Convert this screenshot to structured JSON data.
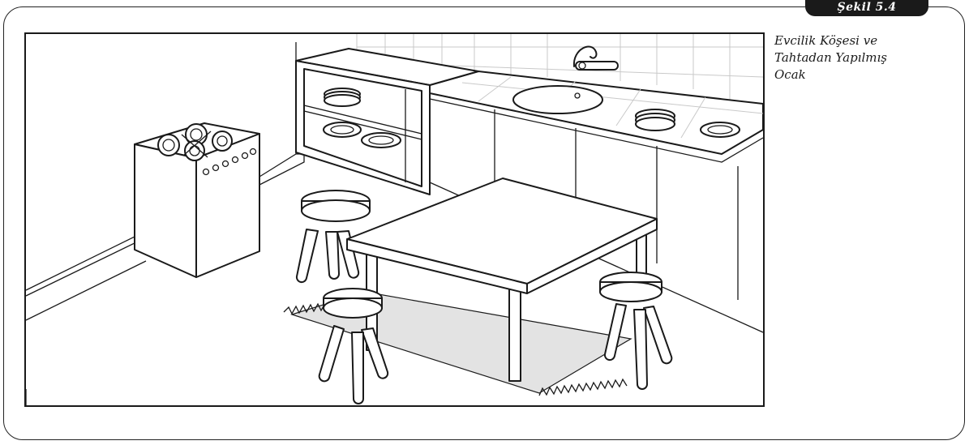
{
  "figure": {
    "badge": "Şekil 5.4",
    "caption_lines": [
      "Evcilik Köşesi ve",
      "Tahtadan Yapılmış",
      "Ocak"
    ]
  },
  "illustration": {
    "objects": [
      "stove",
      "cabinet-with-plates",
      "counter-with-sink",
      "faucet",
      "table",
      "stool",
      "rug",
      "plates"
    ]
  },
  "colors": {
    "line": "#1a1a1a",
    "rug": "#e3e3e3",
    "tile": "#c9c9c9",
    "badge_bg": "#1a1a1a"
  }
}
